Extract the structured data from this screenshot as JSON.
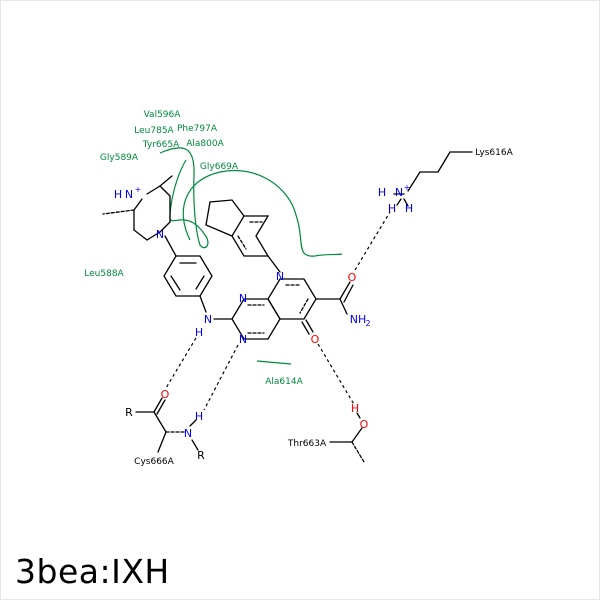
{
  "caption": "3bea:IXH",
  "colors": {
    "bond": "#000000",
    "nitrogen": "#0000ff",
    "oxygen": "#ff0000",
    "residue_green": "#008a3c",
    "hbond": "#000000"
  },
  "atoms": {
    "n_piperazine_top": "N",
    "h_piperazine_top": "H",
    "plus_piperazine_top": "+",
    "n_piperazine_bottom": "N",
    "n_amine_link": "N",
    "h_amine_link": "H",
    "n_pyrimidine_top": "N",
    "n_pyrimidine_bottom": "N",
    "n_pyridone": "N",
    "o_ketone": "O",
    "o_amide": "O",
    "n_amide": "NH",
    "n_amide_sub": "2",
    "n_lys": "N",
    "plus_lys": "+",
    "h_lys_left": "H",
    "h_lys_bottom": "H",
    "h_lys_right": "H",
    "o_cys": "O",
    "n_cys": "N",
    "h_cys": "H",
    "r_cys_carbonyl": "R",
    "r_cys_amine": "R",
    "o_thr": "O",
    "h_thr": "H"
  },
  "residues": {
    "val596": "Val596A",
    "leu785": "Leu785A",
    "phe797": "Phe797A",
    "tyr665": "Tyr665A",
    "ala800": "Ala800A",
    "gly589": "Gly589A",
    "gly669": "Gly669A",
    "leu588": "Leu588A",
    "ala614": "Ala614A",
    "lys616": "Lys616A",
    "cys666": "Cys666A",
    "thr663": "Thr663A"
  }
}
